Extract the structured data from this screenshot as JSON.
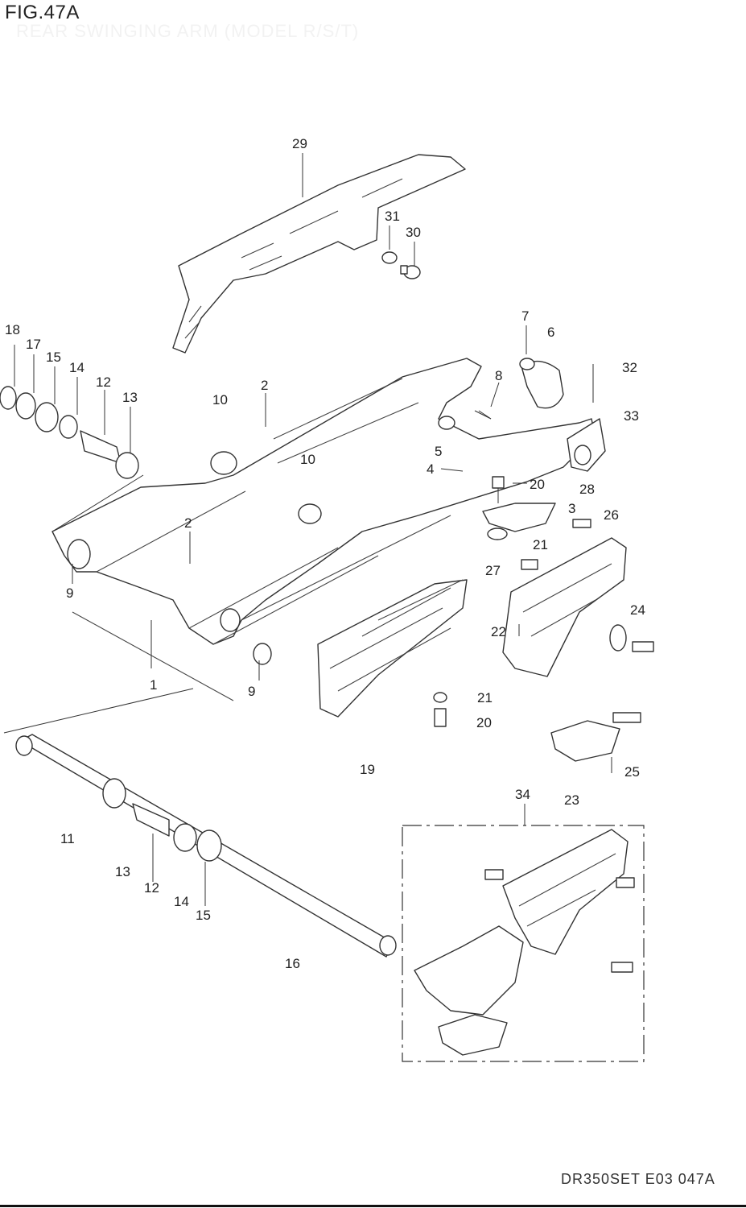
{
  "figure": {
    "title": "FIG.47A",
    "subtitle": "REAR SWINGING ARM (MODEL R/S/T)",
    "footer_code": "DR350SET E03 047A"
  },
  "callouts": [
    {
      "id": "c29a",
      "label": "29"
    },
    {
      "id": "c31",
      "label": "31"
    },
    {
      "id": "c30",
      "label": "30"
    },
    {
      "id": "c18",
      "label": "18"
    },
    {
      "id": "c17",
      "label": "17"
    },
    {
      "id": "c15a",
      "label": "15"
    },
    {
      "id": "c14a",
      "label": "14"
    },
    {
      "id": "c12a",
      "label": "12"
    },
    {
      "id": "c13a",
      "label": "13"
    },
    {
      "id": "c10a",
      "label": "10"
    },
    {
      "id": "c2a",
      "label": "2"
    },
    {
      "id": "c10b",
      "label": "10"
    },
    {
      "id": "c7",
      "label": "7"
    },
    {
      "id": "c6",
      "label": "6"
    },
    {
      "id": "c32",
      "label": "32"
    },
    {
      "id": "c8",
      "label": "8"
    },
    {
      "id": "c33",
      "label": "33"
    },
    {
      "id": "c5",
      "label": "5"
    },
    {
      "id": "c4",
      "label": "4"
    },
    {
      "id": "c20a",
      "label": "20"
    },
    {
      "id": "c28",
      "label": "28"
    },
    {
      "id": "c3",
      "label": "3"
    },
    {
      "id": "c26",
      "label": "26"
    },
    {
      "id": "c2b",
      "label": "2"
    },
    {
      "id": "c21a",
      "label": "21"
    },
    {
      "id": "c27",
      "label": "27"
    },
    {
      "id": "c9a",
      "label": "9"
    },
    {
      "id": "c22",
      "label": "22"
    },
    {
      "id": "c24",
      "label": "24"
    },
    {
      "id": "c1",
      "label": "1"
    },
    {
      "id": "c9b",
      "label": "9"
    },
    {
      "id": "c21b",
      "label": "21"
    },
    {
      "id": "c20b",
      "label": "20"
    },
    {
      "id": "c19",
      "label": "19"
    },
    {
      "id": "c25",
      "label": "25"
    },
    {
      "id": "c34",
      "label": "34"
    },
    {
      "id": "c23",
      "label": "23"
    },
    {
      "id": "c11",
      "label": "11"
    },
    {
      "id": "c13b",
      "label": "13"
    },
    {
      "id": "c12b",
      "label": "12"
    },
    {
      "id": "c14b",
      "label": "14"
    },
    {
      "id": "c15b",
      "label": "15"
    },
    {
      "id": "c16",
      "label": "16"
    }
  ]
}
